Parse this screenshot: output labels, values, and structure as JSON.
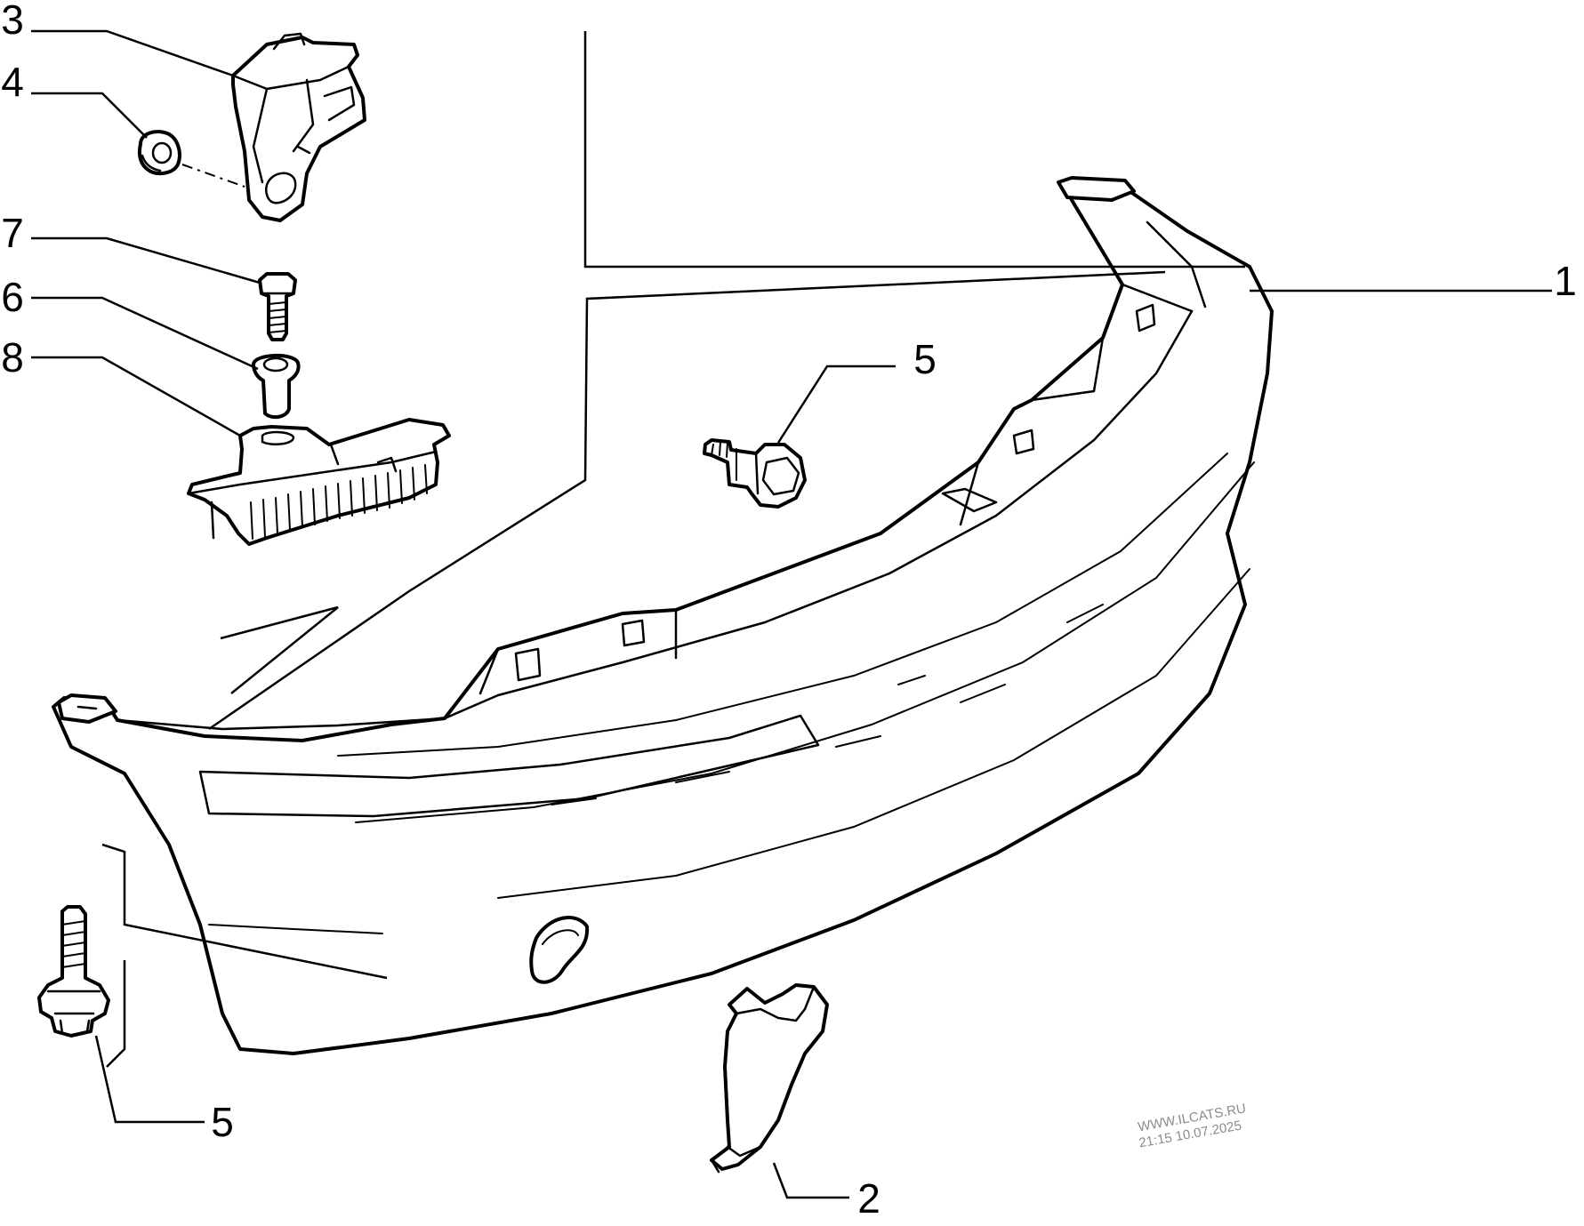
{
  "callouts": [
    {
      "id": "part-1",
      "label": "1"
    },
    {
      "id": "part-2",
      "label": "2"
    },
    {
      "id": "part-3",
      "label": "3"
    },
    {
      "id": "part-4",
      "label": "4"
    },
    {
      "id": "part-5a",
      "label": "5"
    },
    {
      "id": "part-5b",
      "label": "5"
    },
    {
      "id": "part-6",
      "label": "6"
    },
    {
      "id": "part-7",
      "label": "7"
    },
    {
      "id": "part-8",
      "label": "8"
    }
  ],
  "watermark": {
    "line1": "WWW.ILCATS.RU",
    "line2": "21:15 10.07.2025"
  },
  "colors": {
    "ink": "#000000",
    "paper": "#ffffff",
    "watermark": "#8c8c8c"
  }
}
